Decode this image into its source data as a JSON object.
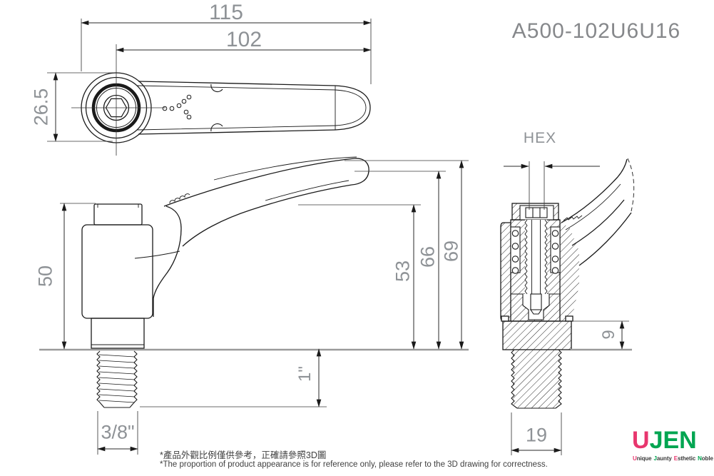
{
  "part_number": "A500-102U6U16",
  "dimensions": {
    "top_view": {
      "overall_length": "115",
      "handle_length": "102",
      "head_width": "26.5"
    },
    "side_view": {
      "body_height": "50",
      "handle_low": "53",
      "handle_mid": "66",
      "handle_top": "69",
      "thread_length": "1\"",
      "thread_size": "3/8\""
    },
    "section_view": {
      "hex_label": "HEX",
      "boss_height": "9",
      "stud_width": "19"
    }
  },
  "notes": {
    "zh": "*產品外觀比例僅供參考，正確請參照3D圖",
    "en": "*The proportion of product appearance is for reference only, please refer to the 3D drawing for correctness."
  },
  "logo": {
    "brand_u": "U",
    "brand_jen": "JEN",
    "tagline": {
      "u": "U",
      "nique": "nique",
      "j": "J",
      "aunty": "aunty",
      "e": "E",
      "sthetic": "sthetic",
      "n": "N",
      "oble": "oble"
    }
  },
  "colors": {
    "logo_pink": "#e8366e",
    "logo_green": "#00a551",
    "dim_text": "#8e9296",
    "line": "#1a1a1a",
    "baseline": "#9a9a9a"
  }
}
